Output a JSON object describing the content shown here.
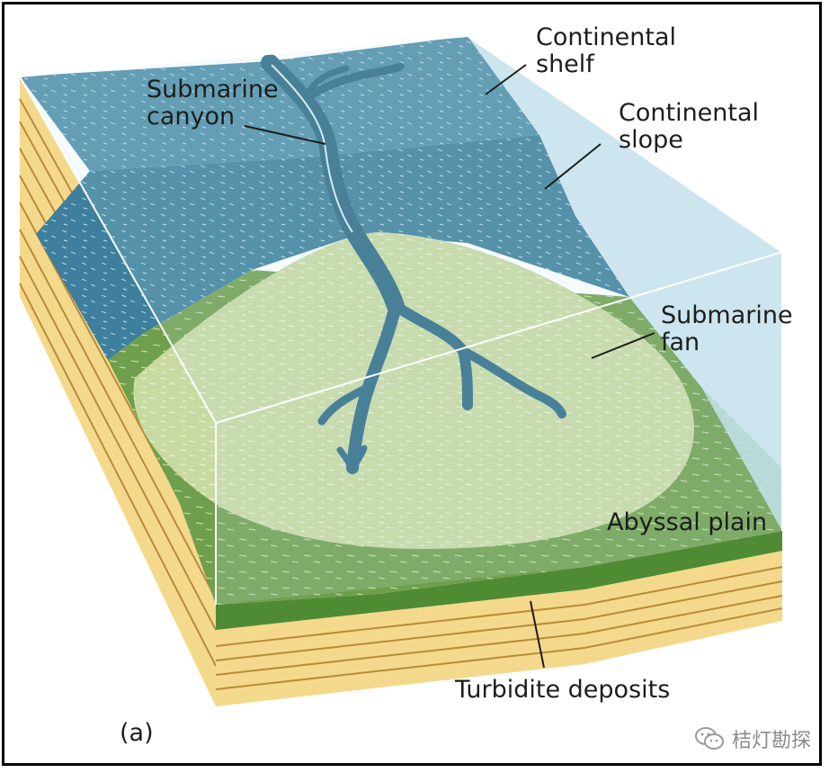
{
  "labels": {
    "continental_shelf": [
      "Continental",
      "shelf"
    ],
    "submarine_canyon": [
      "Submarine",
      "canyon"
    ],
    "continental_slope": [
      "Continental",
      "slope"
    ],
    "submarine_fan": [
      "Submarine",
      "fan"
    ],
    "abyssal_plain": "Abyssal plain",
    "turbidite_deposits": "Turbidite deposits",
    "panel": "(a)"
  },
  "watermark": "桔灯勘探",
  "colors": {
    "water": "#c5e2ec",
    "shelf": "#4f8fa9",
    "slope": "#3d7f9c",
    "canyon": "#2d6b86",
    "fan": "#c9d9a2",
    "abyssal_plain": "#6f9f4c",
    "sediment": "#f4d98c",
    "sediment_line": "#b98b3a"
  }
}
